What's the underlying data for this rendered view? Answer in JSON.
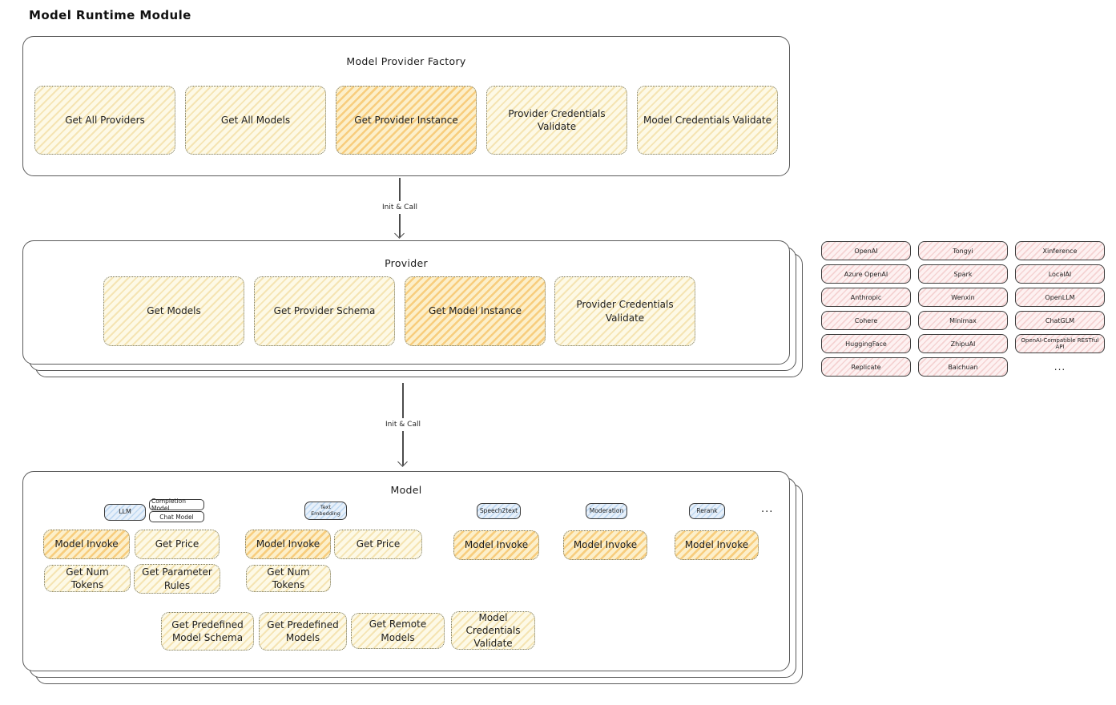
{
  "page_title": "Model Runtime Module",
  "colors": {
    "function_fill": "#fdf9e6",
    "function_hatch": "#e9c76e",
    "highlight_fill": "#fcefca",
    "highlight_hatch": "#f3b13e",
    "provider_pill_fill": "#fdf1f1",
    "provider_pill_hatch": "#e28a8a",
    "type_tab_fill": "#e7f0fa",
    "type_tab_hatch": "#80b4e4",
    "box_border": "#5a5a5a"
  },
  "factory": {
    "title": "Model Provider Factory",
    "items": [
      {
        "label": "Get All Providers",
        "highlighted": false
      },
      {
        "label": "Get All Models",
        "highlighted": false
      },
      {
        "label": "Get Provider Instance",
        "highlighted": true
      },
      {
        "label": "Provider Credentials Validate",
        "highlighted": false
      },
      {
        "label": "Model Credentials Validate",
        "highlighted": false
      }
    ]
  },
  "arrows": {
    "factory_to_provider": "Init & Call",
    "provider_to_model": "Init & Call"
  },
  "provider": {
    "title": "Provider",
    "items": [
      {
        "label": "Get Models",
        "highlighted": false
      },
      {
        "label": "Get Provider Schema",
        "highlighted": false
      },
      {
        "label": "Get Model Instance",
        "highlighted": true
      },
      {
        "label": "Provider Credentials Validate",
        "highlighted": false
      }
    ]
  },
  "provider_list": {
    "items": [
      "OpenAI",
      "Tongyi",
      "Xinference",
      "Azure OpenAI",
      "Spark",
      "LocalAI",
      "Anthropic",
      "Wenxin",
      "OpenLLM",
      "Cohere",
      "Minimax",
      "ChatGLM",
      "HuggingFace",
      "ZhipuAI",
      "OpenAI-Compatible RESTful API",
      "Replicate",
      "Baichuan"
    ],
    "more": "..."
  },
  "model": {
    "title": "Model",
    "types": [
      {
        "tab": "LLM",
        "badges": [
          "Completion Model",
          "Chat Model"
        ],
        "functions": [
          {
            "label": "Model Invoke",
            "highlighted": true
          },
          {
            "label": "Get Price",
            "highlighted": false
          },
          {
            "label": "Get Num Tokens",
            "highlighted": false
          },
          {
            "label": "Get Parameter Rules",
            "highlighted": false
          }
        ]
      },
      {
        "tab": "Text Embedding",
        "functions": [
          {
            "label": "Model Invoke",
            "highlighted": true
          },
          {
            "label": "Get Price",
            "highlighted": false
          },
          {
            "label": "Get Num Tokens",
            "highlighted": false
          }
        ]
      },
      {
        "tab": "Speech2text",
        "functions": [
          {
            "label": "Model Invoke",
            "highlighted": true
          }
        ]
      },
      {
        "tab": "Moderation",
        "functions": [
          {
            "label": "Model Invoke",
            "highlighted": true
          }
        ]
      },
      {
        "tab": "Rerank",
        "functions": [
          {
            "label": "Model Invoke",
            "highlighted": true
          }
        ]
      }
    ],
    "more": "...",
    "shared_functions": [
      {
        "label": "Get Predefined Model Schema"
      },
      {
        "label": "Get Predefined Models"
      },
      {
        "label": "Get Remote Models"
      },
      {
        "label": "Model Credentials Validate"
      }
    ]
  }
}
